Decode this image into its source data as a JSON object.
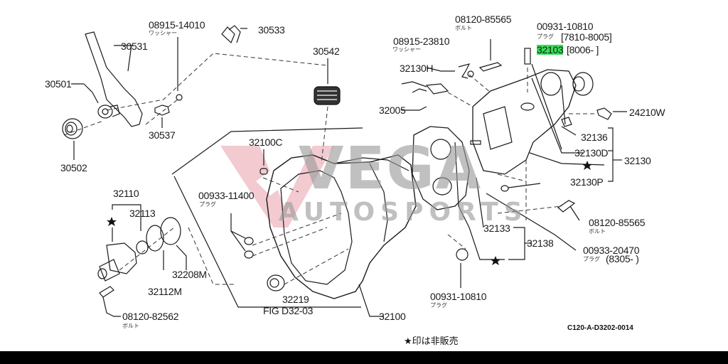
{
  "figure": {
    "title": "FIG D32-03",
    "code": "C120-A-D3202-0014",
    "footnote": "★印は非販売",
    "watermark": {
      "big": "VEGA",
      "small": "AUTOSPORTS",
      "accent_color": "#e8a0aa",
      "gray_color": "#9a9a9a"
    }
  },
  "parts": [
    {
      "id": "p30531",
      "number": "30531"
    },
    {
      "id": "p30501",
      "number": "30501"
    },
    {
      "id": "p30502",
      "number": "30502"
    },
    {
      "id": "p30537",
      "number": "30537"
    },
    {
      "id": "p08915_14010",
      "number": "08915-14010",
      "jp": "ワッシャー"
    },
    {
      "id": "p30533",
      "number": "30533"
    },
    {
      "id": "p30542",
      "number": "30542"
    },
    {
      "id": "p08120_85565_top",
      "number": "08120-85565",
      "jp": "ボルト"
    },
    {
      "id": "p08915_23810",
      "number": "08915-23810",
      "jp": "ワッシャー"
    },
    {
      "id": "p32130H",
      "number": "32130H"
    },
    {
      "id": "p32005",
      "number": "32005"
    },
    {
      "id": "p00931_10810_top",
      "number": "00931-10810",
      "jp": "プラグ",
      "range": "[7810-8005]"
    },
    {
      "id": "p32103",
      "number": "32103",
      "range": "[8006-    ]",
      "highlighted": true
    },
    {
      "id": "p24210W",
      "number": "24210W"
    },
    {
      "id": "p32136",
      "number": "32136"
    },
    {
      "id": "p32130D",
      "number": "32130D"
    },
    {
      "id": "p32130",
      "number": "32130"
    },
    {
      "id": "p32130P",
      "number": "32130P"
    },
    {
      "id": "p08120_85565_right",
      "number": "08120-85565",
      "jp": "ボルト"
    },
    {
      "id": "p00933_20470",
      "number": "00933-20470",
      "jp": "プラグ",
      "range": "(8305-  )"
    },
    {
      "id": "p32133",
      "number": "32133"
    },
    {
      "id": "p32138",
      "number": "32138"
    },
    {
      "id": "p00931_10810_bottom",
      "number": "00931-10810",
      "jp": "プラグ"
    },
    {
      "id": "p32100",
      "number": "32100"
    },
    {
      "id": "p32219",
      "number": "32219"
    },
    {
      "id": "p32100C",
      "number": "32100C"
    },
    {
      "id": "p00933_11400",
      "number": "00933-11400",
      "jp": "プラグ"
    },
    {
      "id": "p32110",
      "number": "32110"
    },
    {
      "id": "p32113",
      "number": "32113"
    },
    {
      "id": "p32208M",
      "number": "32208M"
    },
    {
      "id": "p32112M",
      "number": "32112M"
    },
    {
      "id": "p08120_82562",
      "number": "08120-82562",
      "jp": "ボルト"
    }
  ],
  "highlight_color": "#33e055"
}
